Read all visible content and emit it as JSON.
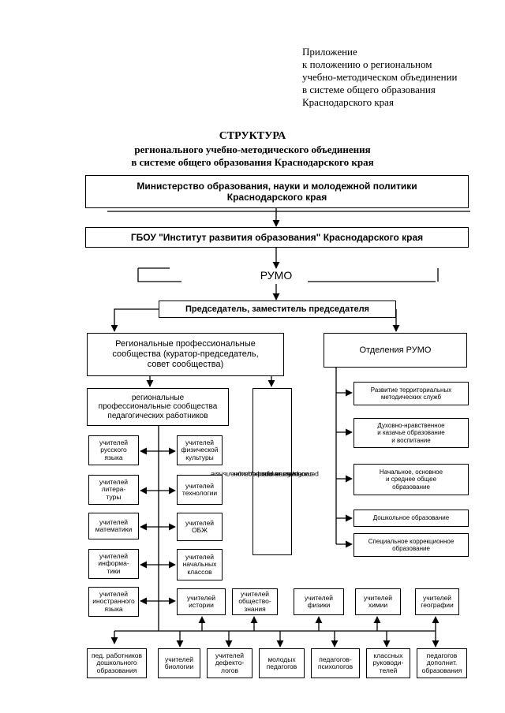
{
  "appendix": {
    "lines": [
      "Приложение",
      "к положению о региональном",
      "учебно-методическом объединении",
      "в системе общего образования",
      "Краснодарского края"
    ]
  },
  "title": {
    "line1": "СТРУКТУРА",
    "line2": "регионального учебно-методического объединения",
    "line3": "в системе общего образования Краснодарского края"
  },
  "ministry": {
    "line1": "Министерство образования, науки и молодежной политики",
    "line2": "Краснодарского края"
  },
  "institute": {
    "label": "ГБОУ \"Институт развития образования\" Краснодарского края"
  },
  "rumo": {
    "label": "РУМО"
  },
  "chair": {
    "label": "Председатель, заместитель председателя"
  },
  "communities": {
    "line1": "Региональные профессиональные",
    "line2": "сообщества (куратор-председатель,",
    "line3": "совет сообщества)"
  },
  "departments_head": {
    "label": "Отделения РУМО"
  },
  "ped_communities": {
    "line1": "региональные",
    "line2": "профессиональные сообщества",
    "line3": "педагогических работников"
  },
  "leaders_communities": {
    "line1": "региональные профессиональные",
    "line2": "сообщества руководящих",
    "line3": "работников"
  },
  "left_column": [
    {
      "l1": "учителей",
      "l2": "русского",
      "l3": "языка"
    },
    {
      "l1": "учителей",
      "l2": "литера-",
      "l3": "туры"
    },
    {
      "l1": "учителей",
      "l2": "математики",
      "l3": ""
    },
    {
      "l1": "учителей",
      "l2": "информа-",
      "l3": "тики"
    },
    {
      "l1": "учителей",
      "l2": "иностранного",
      "l3": "языка"
    }
  ],
  "right_column": [
    {
      "l1": "учителей",
      "l2": "физической",
      "l3": "культуры"
    },
    {
      "l1": "учителей",
      "l2": "технологии",
      "l3": ""
    },
    {
      "l1": "учителей",
      "l2": "ОБЖ",
      "l3": ""
    },
    {
      "l1": "учителей",
      "l2": "начальных",
      "l3": "классов"
    },
    {
      "l1": "учителей",
      "l2": "истории",
      "l3": ""
    }
  ],
  "upper_row": [
    {
      "l1": "учителей",
      "l2": "общество-",
      "l3": "знания"
    },
    {
      "l1": "учителей",
      "l2": "физики",
      "l3": ""
    },
    {
      "l1": "учителей",
      "l2": "химии",
      "l3": ""
    },
    {
      "l1": "учителей",
      "l2": "географии",
      "l3": ""
    }
  ],
  "bottom_row": [
    {
      "l1": "пед. работников",
      "l2": "дошкольного",
      "l3": "образования"
    },
    {
      "l1": "учителей",
      "l2": "биологии",
      "l3": ""
    },
    {
      "l1": "учителей",
      "l2": "дефекто-",
      "l3": "логов"
    },
    {
      "l1": "молодых",
      "l2": "педагогов",
      "l3": ""
    },
    {
      "l1": "педагогов-",
      "l2": "психологов",
      "l3": ""
    },
    {
      "l1": "классных",
      "l2": "руководи-",
      "l3": "телей"
    },
    {
      "l1": "педагогов",
      "l2": "дополнит.",
      "l3": "образования"
    }
  ],
  "departments": [
    {
      "l1": "Развитие территориальных",
      "l2": "методических служб",
      "l3": ""
    },
    {
      "l1": "Духовно-нравственное",
      "l2": "и казачье образование",
      "l3": "и воспитание"
    },
    {
      "l1": "Начальное, основное",
      "l2": "и среднее общее",
      "l3": "образование"
    },
    {
      "l1": "Дошкольное образование",
      "l2": "",
      "l3": ""
    },
    {
      "l1": "Специальное коррекционное",
      "l2": "образование",
      "l3": ""
    }
  ]
}
